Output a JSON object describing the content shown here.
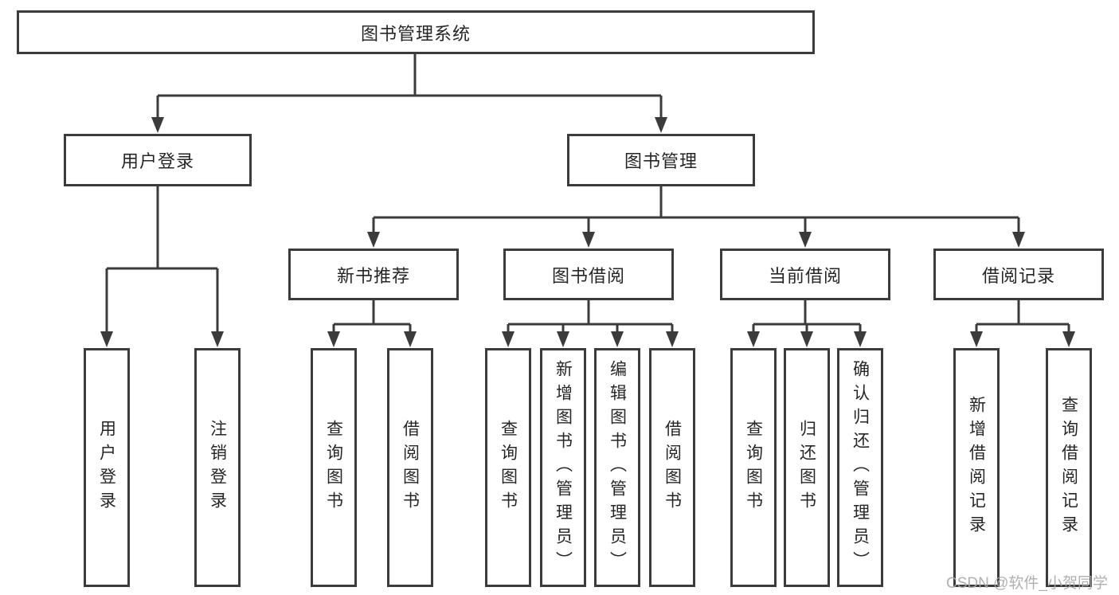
{
  "tree": {
    "root": {
      "label": "图书管理系统"
    },
    "branches": [
      {
        "label": "用户登录",
        "children": [
          "用户登录",
          "注销登录"
        ]
      },
      {
        "label": "图书管理",
        "sections": [
          {
            "label": "新书推荐",
            "children": [
              "查询图书",
              "借阅图书"
            ]
          },
          {
            "label": "图书借阅",
            "children": [
              "查询图书",
              "新增图书（管理员）",
              "编辑图书（管理员）",
              "借阅图书"
            ]
          },
          {
            "label": "当前借阅",
            "children": [
              "查询图书",
              "归还图书",
              "确认归还（管理员）"
            ]
          },
          {
            "label": "借阅记录",
            "children": [
              "新增借阅记录",
              "查询借阅记录"
            ]
          }
        ]
      }
    ]
  },
  "watermark": {
    "text": "CSDN @软件_小贺同学"
  },
  "colors": {
    "line": "#3b3b3b",
    "text": "#262626",
    "watermark": "#a8a8a8",
    "background": "#ffffff"
  }
}
